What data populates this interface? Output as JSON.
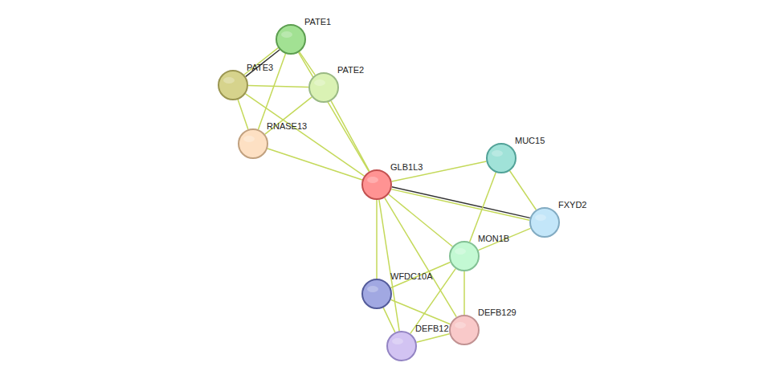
{
  "diagram": {
    "nodes": [
      {
        "text": [
          "PATE1"
        ]
      },
      {
        "text": [
          "PATE3"
        ]
      },
      {
        "text": [
          "PATE2"
        ]
      },
      {
        "text": [
          "RNASE13"
        ]
      },
      {
        "text": [
          "MUC15"
        ]
      },
      {
        "text": [
          "GLB1L3"
        ]
      },
      {
        "text": [
          "FXYD2"
        ]
      },
      {
        "text": [
          "MON1B"
        ]
      },
      {
        "text": [
          "WFDC10A"
        ]
      },
      {
        "text": [
          "DEFB129"
        ]
      },
      {
        "text": [
          "DEFB12"
        ]
      }
    ],
    "edges": [
      {
        "from": 0,
        "to": 1,
        "arrow": "none"
      },
      {
        "from": 0,
        "to": 2,
        "arrow": "none"
      },
      {
        "from": 0,
        "to": 3,
        "arrow": "none"
      },
      {
        "from": 0,
        "to": 5,
        "arrow": "none"
      },
      {
        "from": 1,
        "to": 2,
        "arrow": "none"
      },
      {
        "from": 1,
        "to": 3,
        "arrow": "none"
      },
      {
        "from": 1,
        "to": 5,
        "arrow": "none"
      },
      {
        "from": 2,
        "to": 3,
        "arrow": "none"
      },
      {
        "from": 2,
        "to": 5,
        "arrow": "none"
      },
      {
        "from": 3,
        "to": 5,
        "arrow": "none"
      },
      {
        "from": 5,
        "to": 4,
        "arrow": "none"
      },
      {
        "from": 5,
        "to": 6,
        "arrow": "none"
      },
      {
        "from": 5,
        "to": 7,
        "arrow": "none"
      },
      {
        "from": 5,
        "to": 8,
        "arrow": "none"
      },
      {
        "from": 5,
        "to": 10,
        "arrow": "none"
      },
      {
        "from": 5,
        "to": 9,
        "arrow": "none"
      },
      {
        "from": 4,
        "to": 6,
        "arrow": "none"
      },
      {
        "from": 4,
        "to": 7,
        "arrow": "none"
      },
      {
        "from": 7,
        "to": 6,
        "arrow": "none"
      },
      {
        "from": 7,
        "to": 8,
        "arrow": "none"
      },
      {
        "from": 7,
        "to": 10,
        "arrow": "none"
      },
      {
        "from": 7,
        "to": 9,
        "arrow": "none"
      },
      {
        "from": 8,
        "to": 10,
        "arrow": "none"
      },
      {
        "from": 8,
        "to": 9,
        "arrow": "none"
      },
      {
        "from": 10,
        "to": 9,
        "arrow": "none"
      }
    ]
  }
}
